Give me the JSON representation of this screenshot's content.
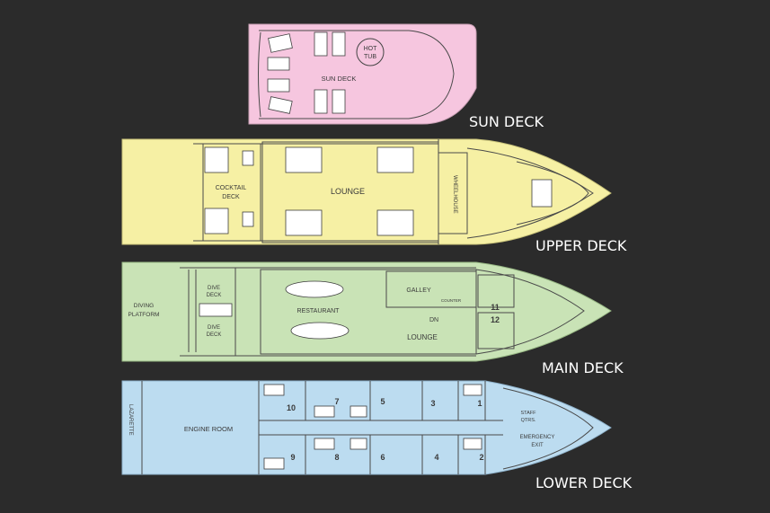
{
  "decks": [
    {
      "id": "sun",
      "name": "SUN DECK",
      "color": "#f6c6df",
      "rooms": [
        {
          "key": "sun_deck",
          "text": "SUN DECK"
        },
        {
          "key": "hot_tub_1",
          "text": "HOT"
        },
        {
          "key": "hot_tub_2",
          "text": "TUB"
        }
      ]
    },
    {
      "id": "upper",
      "name": "UPPER DECK",
      "color": "#f6f0a4",
      "rooms": [
        {
          "key": "cocktail_1",
          "text": "COCKTAIL"
        },
        {
          "key": "cocktail_2",
          "text": "DECK"
        },
        {
          "key": "lounge",
          "text": "LOUNGE"
        },
        {
          "key": "wheelhouse",
          "text": "WHEELHOUSE"
        }
      ]
    },
    {
      "id": "main",
      "name": "MAIN DECK",
      "color": "#c9e3b6",
      "rooms": [
        {
          "key": "diving_1",
          "text": "DIVING"
        },
        {
          "key": "diving_2",
          "text": "PLATFORM"
        },
        {
          "key": "dive_deck_a1",
          "text": "DIVE"
        },
        {
          "key": "dive_deck_a2",
          "text": "DECK"
        },
        {
          "key": "dive_deck_b1",
          "text": "DIVE"
        },
        {
          "key": "dive_deck_b2",
          "text": "DECK"
        },
        {
          "key": "restaurant",
          "text": "RESTAURANT"
        },
        {
          "key": "lounge",
          "text": "LOUNGE"
        },
        {
          "key": "galley",
          "text": "GALLEY"
        },
        {
          "key": "counter",
          "text": "COUNTER"
        },
        {
          "key": "dn",
          "text": "DN"
        },
        {
          "key": "cabin_11",
          "text": "11"
        },
        {
          "key": "cabin_12",
          "text": "12"
        }
      ]
    },
    {
      "id": "lower",
      "name": "LOWER DECK",
      "color": "#bcdcf0",
      "rooms": [
        {
          "key": "lazarette",
          "text": "LAZARETTE"
        },
        {
          "key": "engine_room",
          "text": "ENGINE ROOM"
        },
        {
          "key": "cabin_10",
          "text": "10"
        },
        {
          "key": "cabin_7",
          "text": "7"
        },
        {
          "key": "cabin_5",
          "text": "5"
        },
        {
          "key": "cabin_3",
          "text": "3"
        },
        {
          "key": "cabin_1",
          "text": "1"
        },
        {
          "key": "cabin_9",
          "text": "9"
        },
        {
          "key": "cabin_8",
          "text": "8"
        },
        {
          "key": "cabin_6",
          "text": "6"
        },
        {
          "key": "cabin_4",
          "text": "4"
        },
        {
          "key": "cabin_2",
          "text": "2"
        },
        {
          "key": "staff_1",
          "text": "STAFF"
        },
        {
          "key": "staff_2",
          "text": "QTRS."
        },
        {
          "key": "emergency_1",
          "text": "EMERGENCY"
        },
        {
          "key": "emergency_2",
          "text": "EXIT"
        }
      ]
    }
  ]
}
